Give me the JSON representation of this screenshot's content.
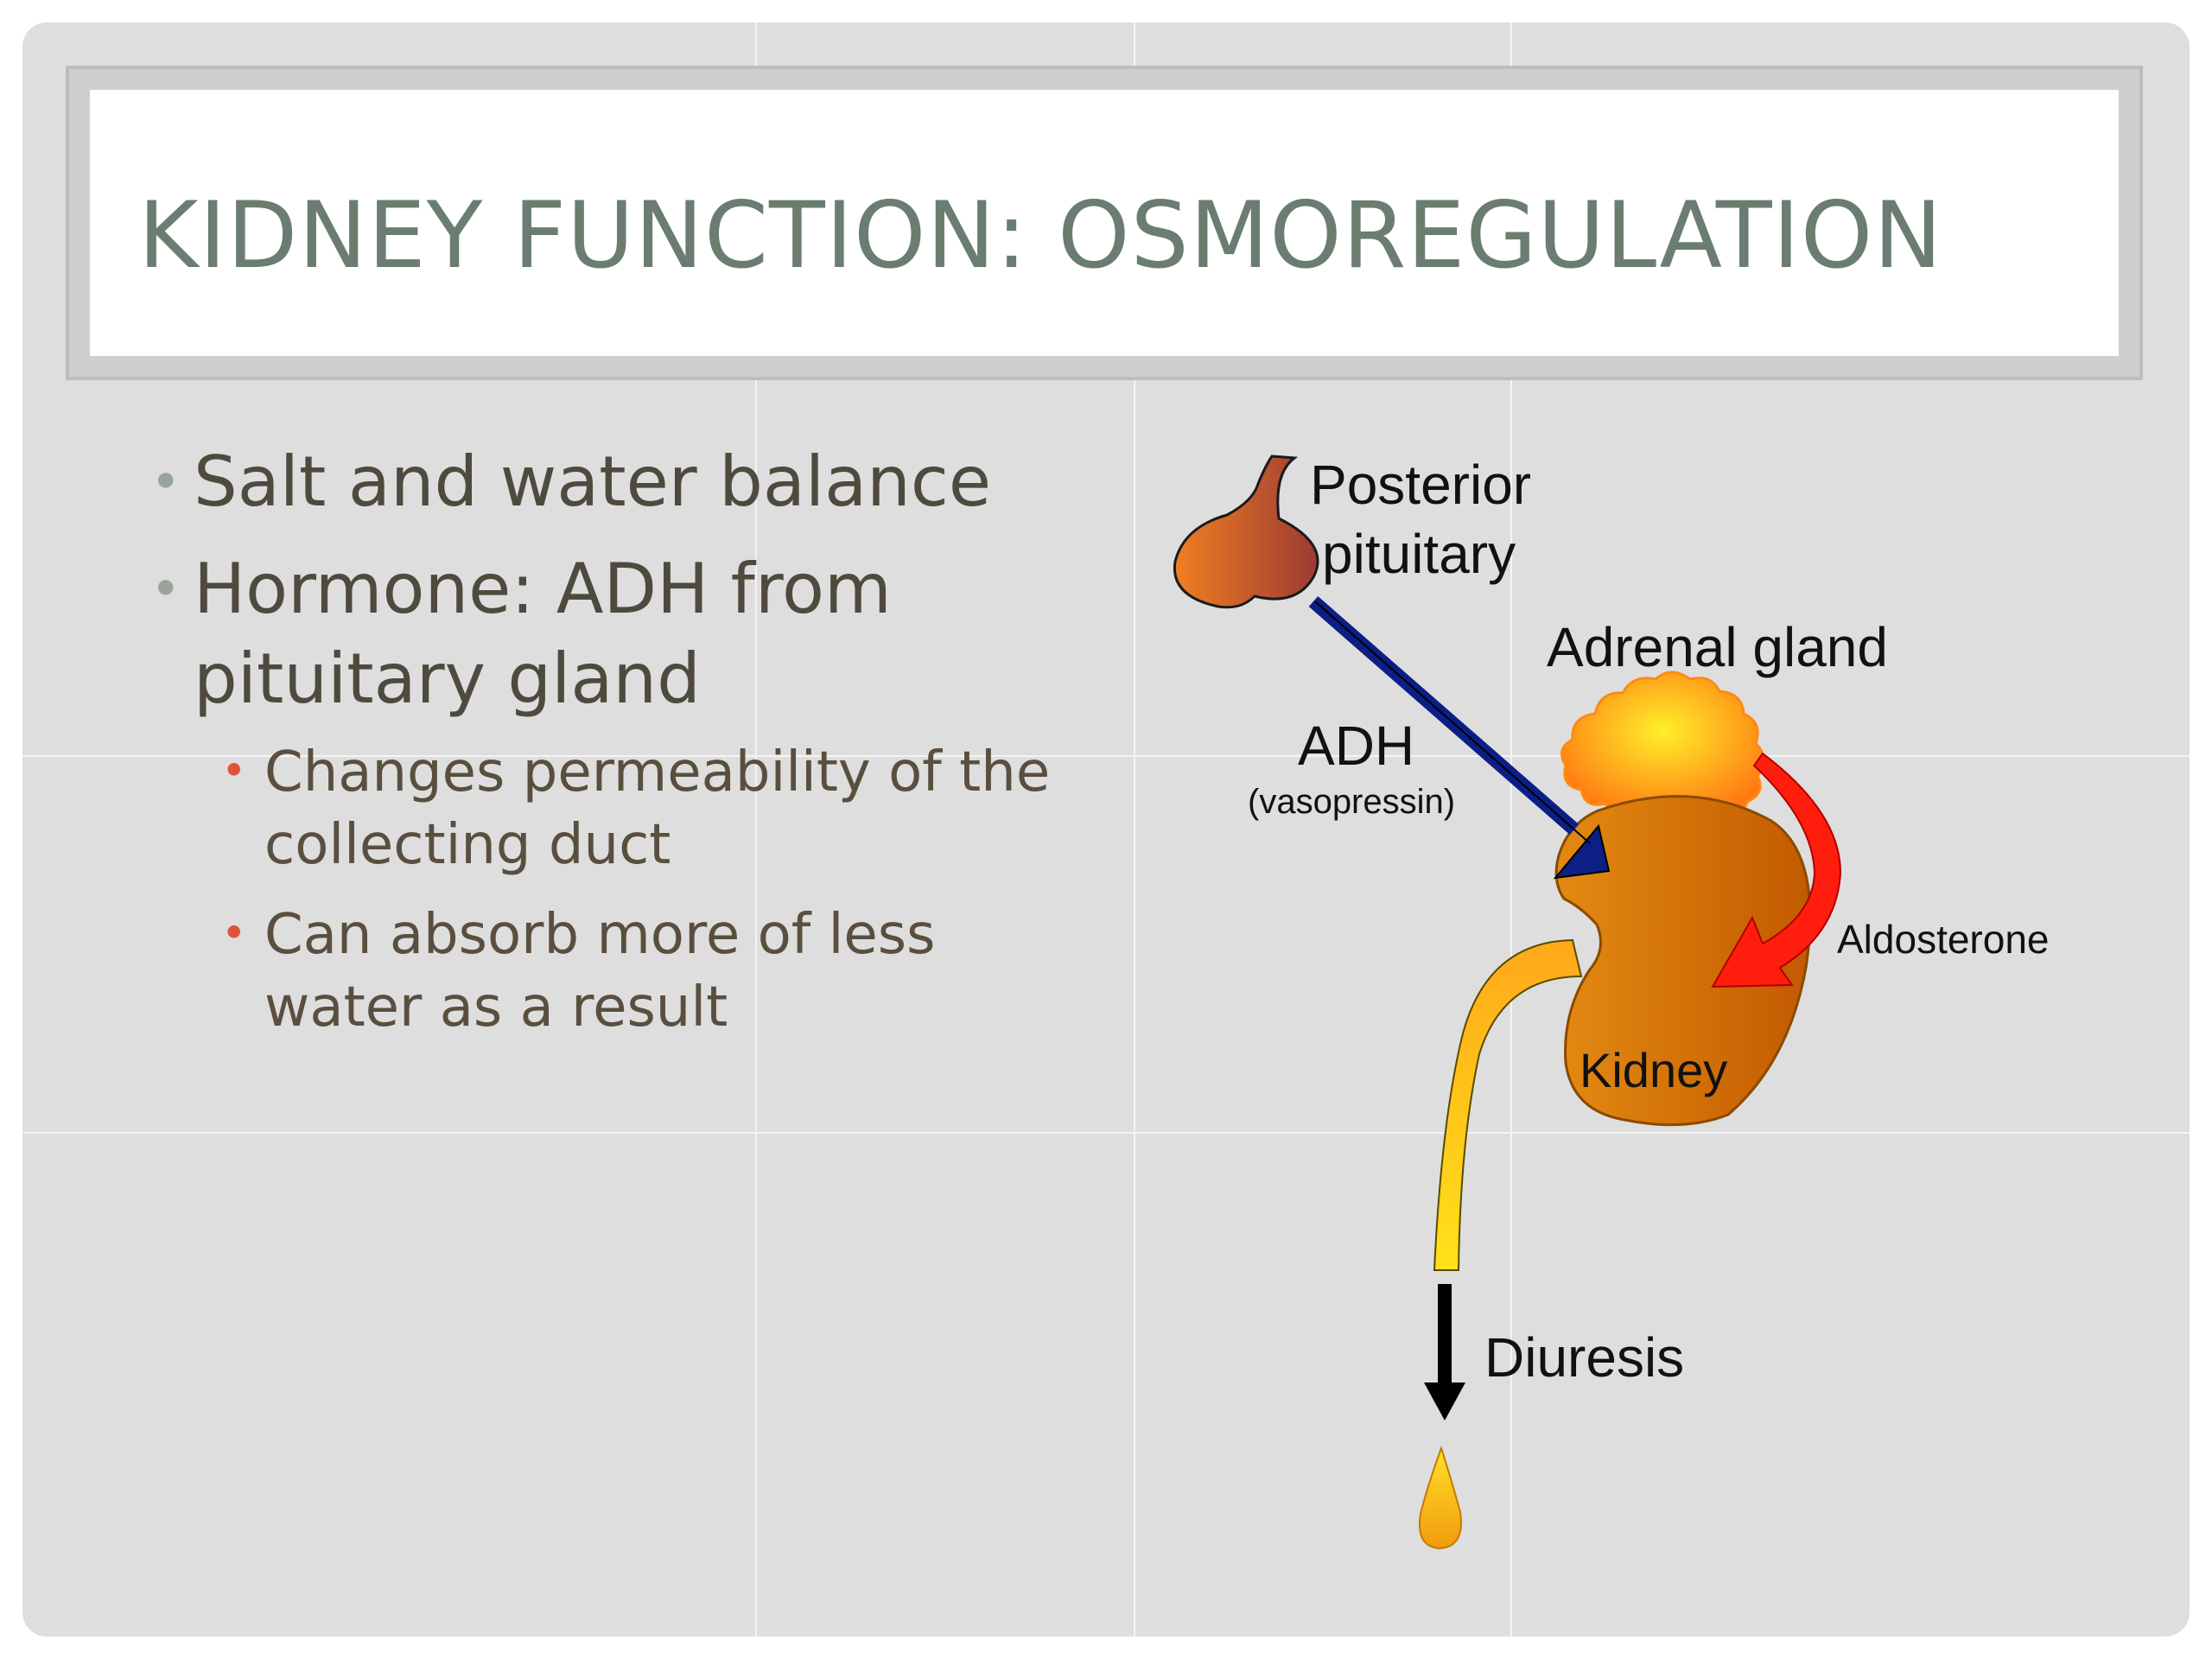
{
  "slide": {
    "title": "Kidney Function: Osmoregulation"
  },
  "bullets": [
    {
      "text": "Salt and water balance"
    },
    {
      "text": "Hormone: ADH from pituitary gland",
      "sub": [
        {
          "text": "Changes permeability of the collecting duct"
        },
        {
          "text": "Can absorb more of less water as a result"
        }
      ]
    }
  ],
  "diagram": {
    "labels": {
      "posterior_line1": "Posterior",
      "posterior_line2": "pituitary",
      "adrenal": "Adrenal gland",
      "adh": "ADH",
      "vasopressin": "(vasopressin)",
      "aldosterone": "Aldosterone",
      "kidney": "Kidney",
      "diuresis": "Diuresis"
    },
    "colors": {
      "adh_arrow": "#0b1f86",
      "aldosterone_arrow": "#ff1d0e",
      "diuresis_arrow": "#000000",
      "kidney": "#d27a10",
      "adrenal": "#ff9a1a",
      "pituitary": "#b5533a",
      "ureter": "#ffc21a"
    }
  }
}
